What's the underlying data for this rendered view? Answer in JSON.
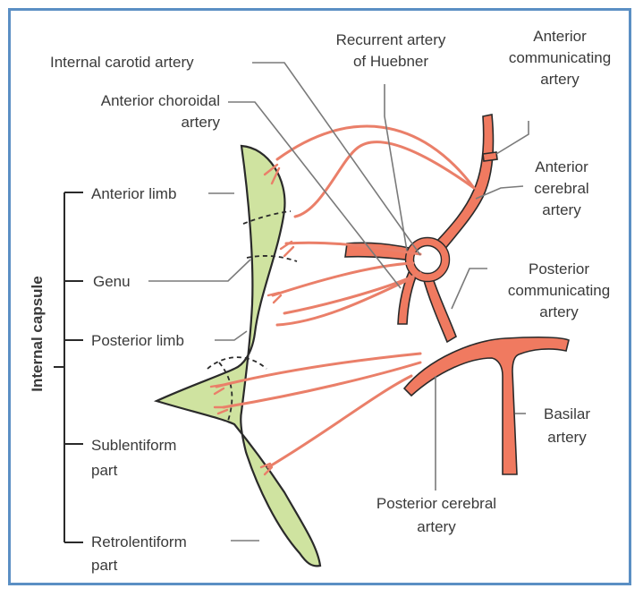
{
  "labels": {
    "recurrent_artery": "Recurrent artery",
    "of_huebner": "of Huebner",
    "anterior": "Anterior",
    "communicating": "communicating",
    "artery_acomm": "artery",
    "internal_carotid": "Internal carotid artery",
    "anterior_choroidal": "Anterior choroidal",
    "artery_choroidal": "artery",
    "anterior_limb": "Anterior limb",
    "anterior_cerebral_1": "Anterior",
    "anterior_cerebral_2": "cerebral",
    "anterior_cerebral_3": "artery",
    "genu": "Genu",
    "posterior_comm_1": "Posterior",
    "posterior_comm_2": "communicating",
    "posterior_comm_3": "artery",
    "posterior_limb": "Posterior limb",
    "internal_capsule": "Internal capsule",
    "basilar_1": "Basilar",
    "basilar_2": "artery",
    "sublentiform_1": "Sublentiform",
    "sublentiform_2": "part",
    "posterior_cerebral_1": "Posterior cerebral",
    "posterior_cerebral_2": "artery",
    "retrolentiform_1": "Retrolentiform",
    "retrolentiform_2": "part"
  },
  "colors": {
    "frame": "#5b8fc4",
    "capsule_fill": "#cfe3a0",
    "capsule_stroke": "#2a2a2a",
    "artery_fill": "#f07a60",
    "artery_line": "#ea7f69",
    "leader": "#7a7a7a"
  }
}
